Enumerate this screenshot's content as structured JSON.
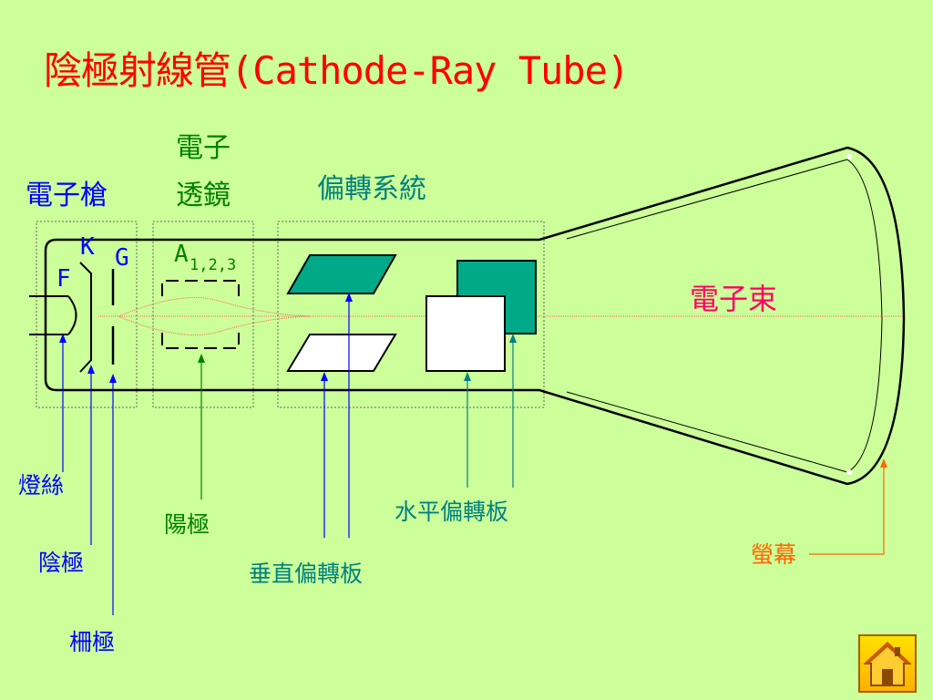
{
  "title": "陰極射線管(Cathode-Ray Tube)",
  "sections": {
    "electron_gun": "電子槍",
    "electron_lens_line1": "電子",
    "electron_lens_line2": "透鏡",
    "deflection_system": "偏轉系統"
  },
  "tube_letters": {
    "F": "F",
    "K": "K",
    "G": "G",
    "A": "A",
    "A_sub": "1,2,3"
  },
  "labels": {
    "electron_beam": "電子束",
    "filament": "燈絲",
    "cathode": "陰極",
    "grid": "柵極",
    "anode": "陽極",
    "vertical_deflection": "垂直偏轉板",
    "horizontal_deflection": "水平偏轉板",
    "screen": "螢幕"
  },
  "colors": {
    "background": "#ccff99",
    "title": "#ff0000",
    "blue_labels": "#0000ff",
    "green_labels": "#008000",
    "teal_labels": "#008080",
    "beam_label": "#ff0066",
    "screen_label": "#ff6600",
    "plate_fill": "#00aa88"
  },
  "icons": {
    "home": "home-icon"
  }
}
